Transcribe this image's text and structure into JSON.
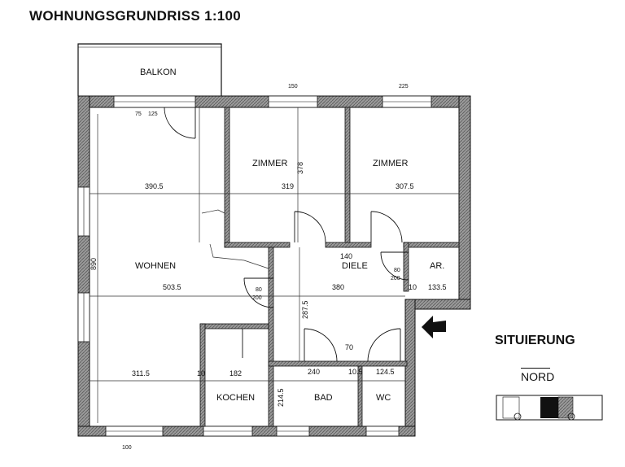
{
  "title": "WOHNUNGSGRUNDRISS 1:100",
  "rooms": {
    "balkon": "BALKON",
    "zimmer1": "ZIMMER",
    "zimmer2": "ZIMMER",
    "wohnen": "WOHNEN",
    "diele": "DIELE",
    "ar": "AR.",
    "kochen": "KOCHEN",
    "bad": "BAD",
    "wc": "WC"
  },
  "dimensions": {
    "wohnen_upper_width": "390.5",
    "zimmer1_width": "319",
    "zimmer2_width": "307.5",
    "zimmer_depth": "378",
    "wohnen_width": "503.5",
    "diele_width": "380",
    "ar_width": "133.5",
    "diele_vertical": "287.5",
    "diele_top": "140",
    "left_height": "890",
    "lower_left": "311.5",
    "wall_a": "10",
    "kochen_width": "182",
    "bad_width": "240",
    "wall_b": "10.5",
    "wc_width": "124.5",
    "bad_depth": "214.5",
    "door_80": "80",
    "door_200": "200",
    "door_70": "70",
    "win_75": "75",
    "win_125": "125",
    "win_150": "150",
    "win_225": "225",
    "win_100": "100"
  },
  "situierung": {
    "label": "SITUIERUNG",
    "north": "NORD"
  }
}
